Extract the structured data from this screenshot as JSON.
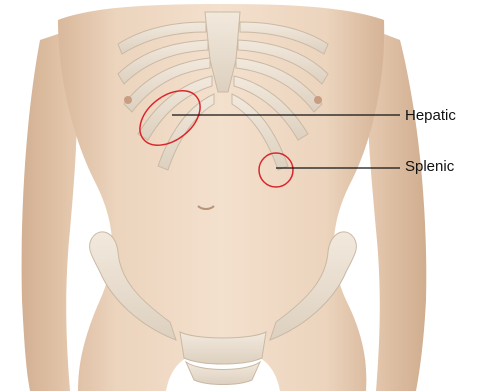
{
  "labels": {
    "hepatic": "Hepatic",
    "splenic": "Splenic"
  },
  "colors": {
    "marker_circle": "#d9262b",
    "leader_line": "#111111",
    "skin_light": "#f1dcc8",
    "skin_mid": "#e2c4a8",
    "skin_shadow": "#c9a888",
    "bone": "#eee4d6",
    "bone_shadow": "#bfb1a0"
  },
  "icons": {
    "body": "torso-anatomy-illustration"
  }
}
